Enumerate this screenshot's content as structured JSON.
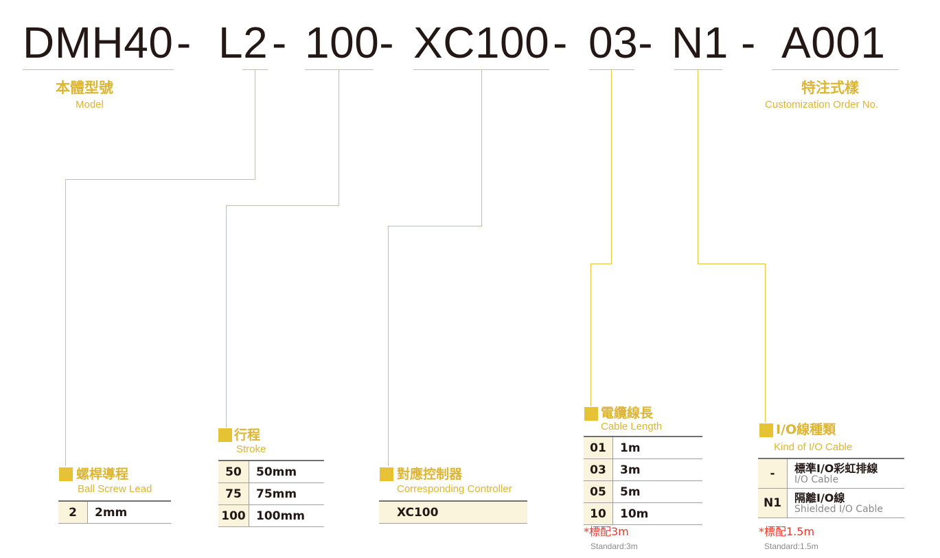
{
  "model_code": {
    "parts": [
      "DMH40",
      "-",
      "L2",
      "-",
      "100-",
      "XC100",
      "-",
      "03-",
      "N1",
      "-",
      "A001"
    ]
  },
  "model_label": {
    "zh": "本體型號",
    "en": "Model"
  },
  "custom_label": {
    "zh": "特注式樣",
    "en": "Customization Order No."
  },
  "ball_screw": {
    "zh": "螺桿導程",
    "en": "Ball Screw Lead",
    "rows": [
      {
        "code": "2",
        "value": "2mm"
      }
    ]
  },
  "stroke": {
    "zh": "行程",
    "en": "Stroke",
    "rows": [
      {
        "code": "50",
        "value": "50mm"
      },
      {
        "code": "75",
        "value": "75mm"
      },
      {
        "code": "100",
        "value": "100mm"
      }
    ]
  },
  "controller": {
    "zh": "對應控制器",
    "en": "Corresponding Controller",
    "rows": [
      {
        "value": "XC100"
      }
    ]
  },
  "cable_length": {
    "zh": "電纜線長",
    "en": "Cable Length",
    "rows": [
      {
        "code": "01",
        "value": "1m"
      },
      {
        "code": "03",
        "value": "3m"
      },
      {
        "code": "05",
        "value": "5m"
      },
      {
        "code": "10",
        "value": "10m"
      }
    ],
    "note": "*標配3m",
    "note_en": "Standard:3m"
  },
  "io_cable": {
    "zh": "I/O線種類",
    "en": "Kind of I/O Cable",
    "rows": [
      {
        "code": "-",
        "zh": "標準I/O彩虹排線",
        "en": "I/O Cable"
      },
      {
        "code": "N1",
        "zh": "隔離I/O線",
        "en": "Shielded I/O Cable"
      }
    ],
    "note": "*標配1.5m",
    "note_en": "Standard:1.5m"
  },
  "colors": {
    "accent": "#e3c33f",
    "label": "#dcb534",
    "cell_bg": "#fbf4dc",
    "note_red": "#e8382c",
    "text": "#231815"
  }
}
